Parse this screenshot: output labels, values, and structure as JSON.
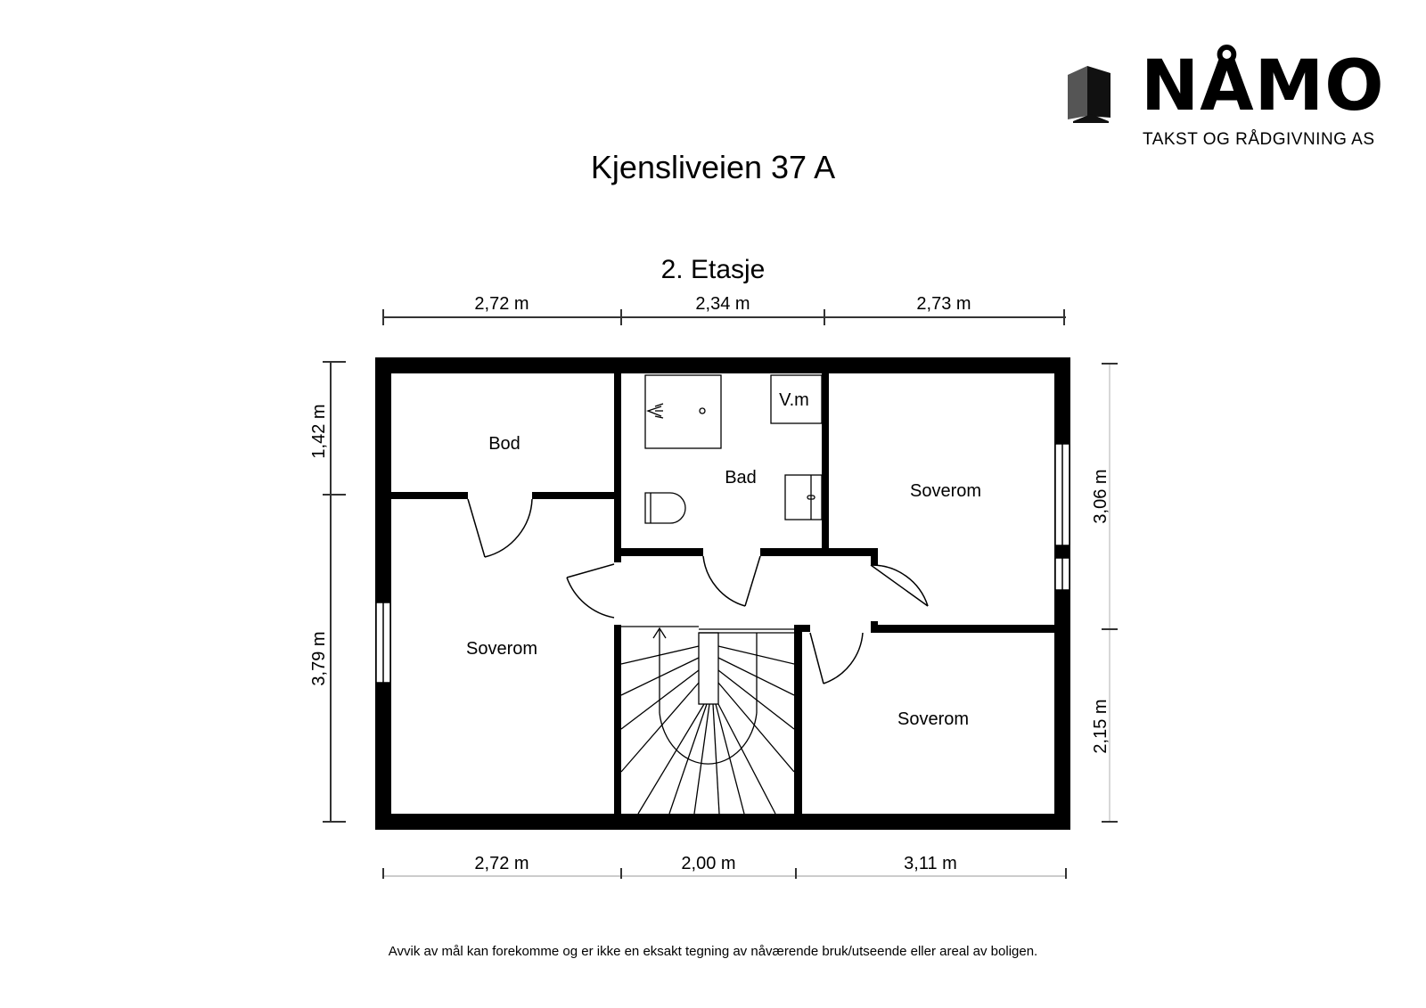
{
  "logo": {
    "wordmark": "NÅMO",
    "tagline": "TAKST OG RÅDGIVNING AS"
  },
  "title": "Kjensliveien 37 A",
  "floor": "2. Etasje",
  "dimensions": {
    "top": [
      "2,72 m",
      "2,34 m",
      "2,73 m"
    ],
    "bottom": [
      "2,72 m",
      "2,00 m",
      "3,11 m"
    ],
    "left": [
      "1,42 m",
      "3,79 m"
    ],
    "right": [
      "3,06 m",
      "2,15 m"
    ]
  },
  "rooms": {
    "bod": "Bod",
    "bad": "Bad",
    "vm": "V.m",
    "soverom_left": "Soverom",
    "soverom_right_top": "Soverom",
    "soverom_right_bottom": "Soverom"
  },
  "disclaimer": "Avvik av mål kan forekomme og er ikke en eksakt tegning av nåværende bruk/utseende eller areal av boligen."
}
